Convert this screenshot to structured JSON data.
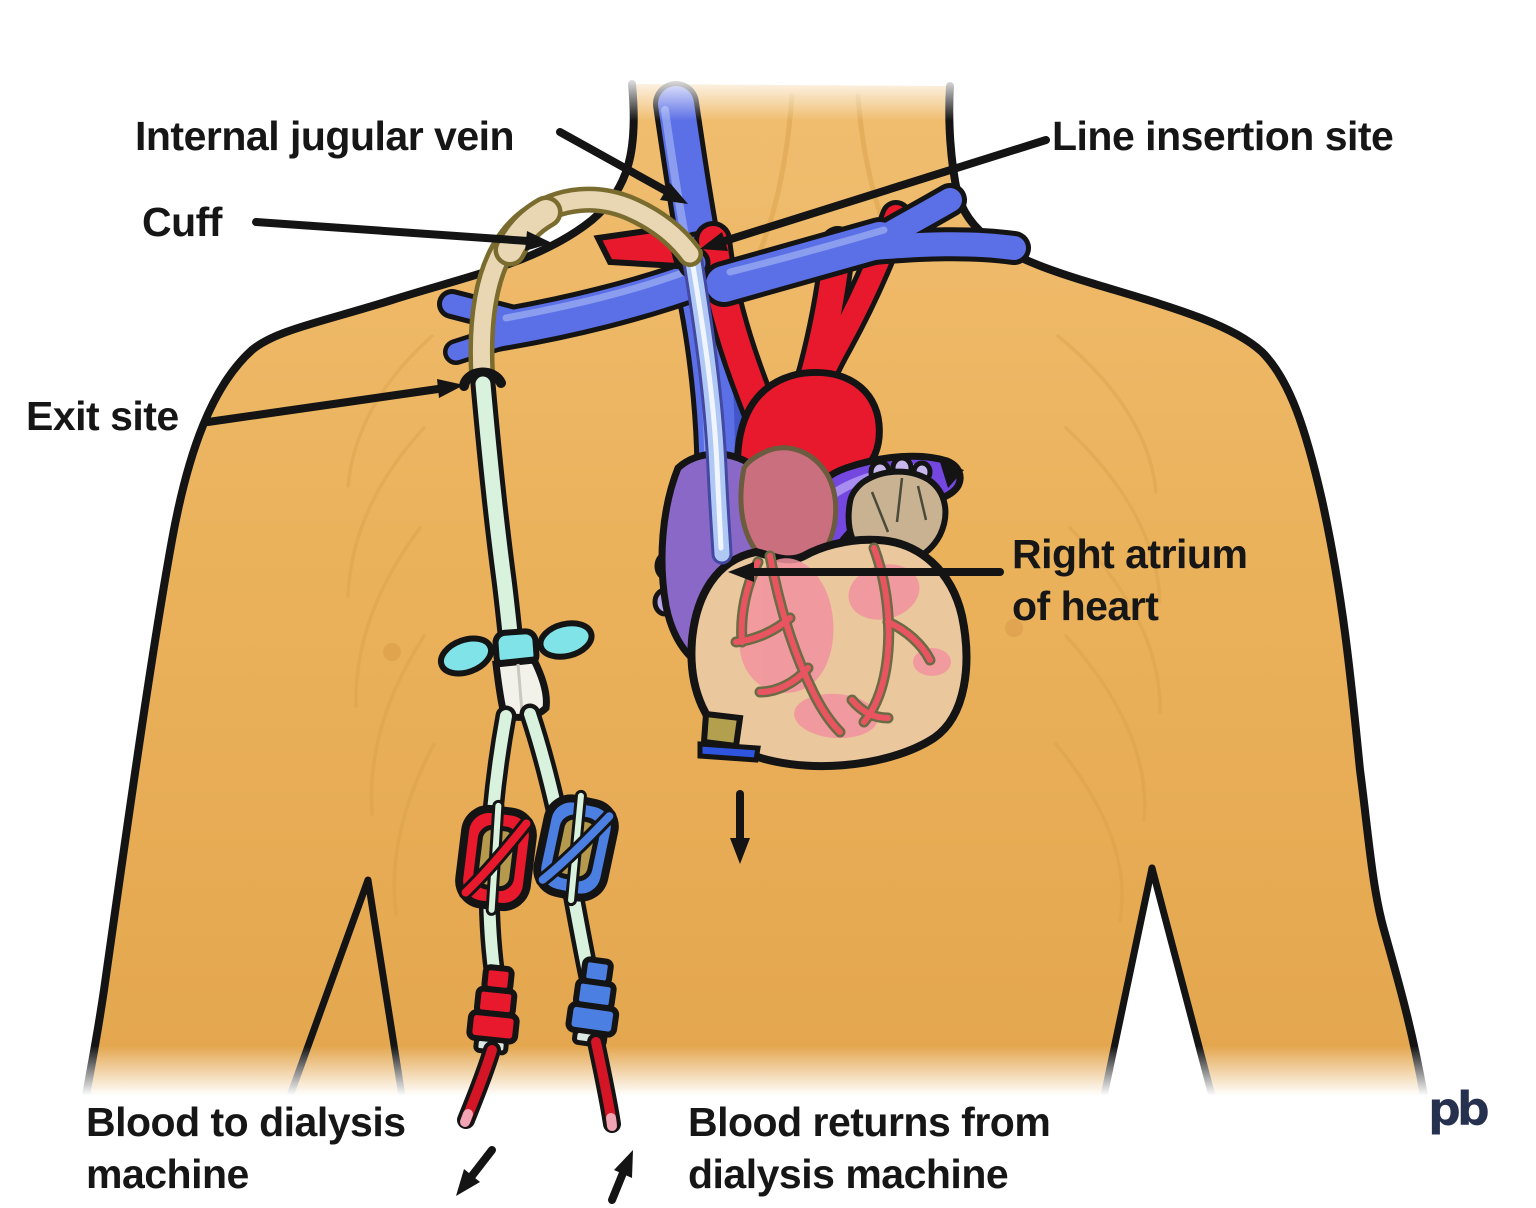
{
  "labels": {
    "internal_jugular_vein": "Internal jugular vein",
    "line_insertion_site": "Line insertion site",
    "cuff": "Cuff",
    "exit_site": "Exit site",
    "right_atrium_line1": "Right atrium",
    "right_atrium_line2": "of heart",
    "blood_to_line1": "Blood to dialysis",
    "blood_to_line2": "machine",
    "blood_returns_line1": "Blood returns from",
    "blood_returns_line2": "dialysis machine"
  },
  "logo": {
    "text": "pb"
  },
  "colors": {
    "label_black": "#161616",
    "outline": "#141414",
    "skin": "#ECB45F",
    "skin_shade": "#D79F48",
    "vein_blue": "#5B6FE6",
    "vein_highlight": "#8FA2F0",
    "artery_red": "#E8192C",
    "aorta_rose": "#C96F7E",
    "pulmonary_purple": "#7448E0",
    "right_atrium_purple": "#8A68C8",
    "atrium_taupe": "#C8B292",
    "heart_muscle": "#EAC79C",
    "heart_pink": "#F293A0",
    "coronary_red": "#E85560",
    "coronary_outline": "#6B6B45",
    "catheter_cream": "#E9D7B4",
    "catheter_olive": "#7A6B2F",
    "catheter_blue": "#AFC9F4",
    "catheter_mint": "#D8F2DE",
    "wing_cyan": "#7FE3E8",
    "hub_white": "#F3F2EA",
    "clamp_red": "#E8192C",
    "clamp_blue": "#4B7FE2",
    "clamp_inner_olive": "#B59A4E",
    "tube_red": "#D41526",
    "tube_pink": "#F2A4B4",
    "logo_navy": "#26304F"
  }
}
